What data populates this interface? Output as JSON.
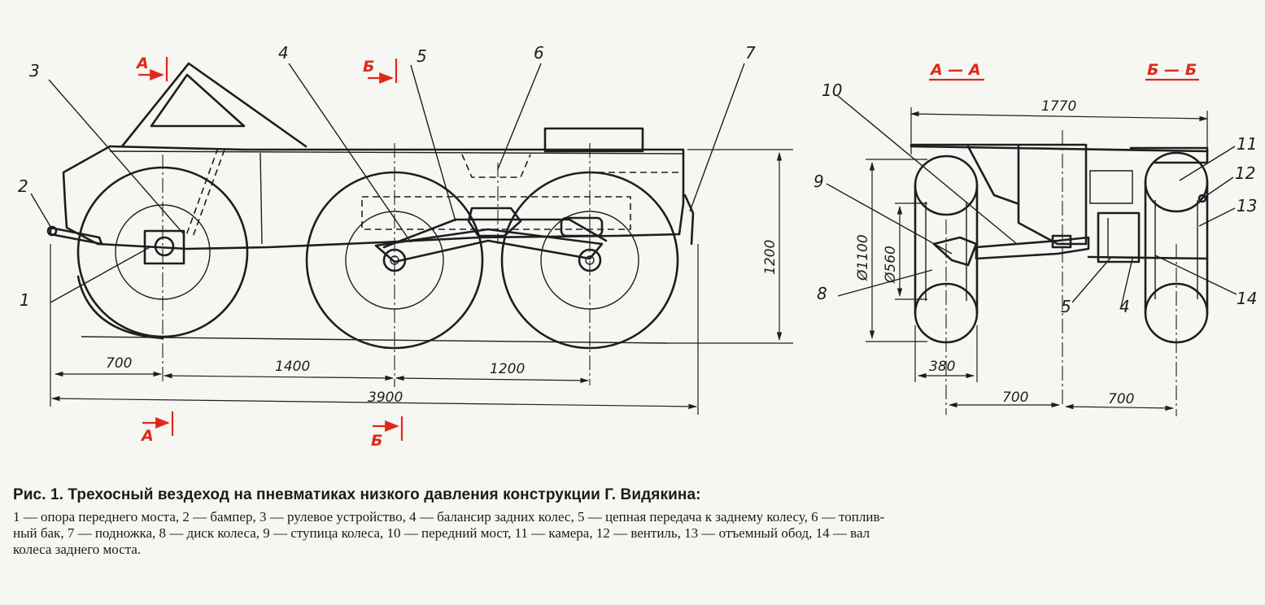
{
  "side_view": {
    "callouts": [
      "1",
      "2",
      "3",
      "4",
      "5",
      "6",
      "7"
    ],
    "section_marks": [
      "А",
      "Б",
      "А",
      "Б"
    ],
    "dimensions": {
      "front_overhang": "700",
      "front_to_bogie": "1400",
      "bogie_base": "1200",
      "overall_length": "3900",
      "height": "1200"
    }
  },
  "sections_view": {
    "section_titles": [
      "А — А",
      "Б — Б"
    ],
    "callouts_left": [
      "10",
      "9",
      "8"
    ],
    "callouts_right": [
      "11",
      "12",
      "13",
      "14",
      "5",
      "4"
    ],
    "dimensions": {
      "overall_width": "1770",
      "tire_diameter": "Ø1100",
      "disc_diameter": "Ø560",
      "tire_width": "380",
      "half_track_left": "700",
      "half_track_right": "700"
    }
  },
  "caption": {
    "title": "Рис. 1. Трехосный вездеход на пневматиках низкого давления конструкции Г. Видякина:",
    "legend_lines": [
      "1 — опора переднего моста, 2 — бампер, 3 — рулевое устройство, 4 — балансир задних колес, 5 — цепная передача к заднему колесу, 6 — топлив-",
      "ный бак, 7 — подножка, 8 — диск колеса, 9 — ступица колеса, 10 — передний мост, 11 — камера, 12 — вентиль, 13 — отъемный обод, 14 — вал",
      "колеса заднего моста."
    ]
  },
  "colors": {
    "ink": "#1e1e1e",
    "section_marks": "#e0281a",
    "paper": "#f6f6f3"
  }
}
